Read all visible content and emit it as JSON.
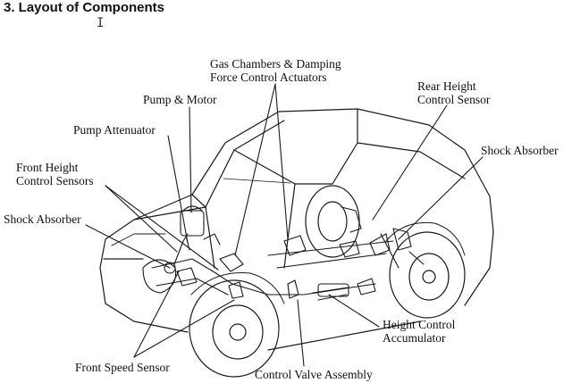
{
  "heading": {
    "title": "3.  Layout of Components",
    "cursor_glyph": "I"
  },
  "labels": {
    "gas_chambers": [
      "Gas Chambers & Damping",
      "Force Control Actuators"
    ],
    "pump_motor": "Pump & Motor",
    "rear_height_sensor": [
      "Rear Height",
      "Control Sensor"
    ],
    "pump_attenuator": "Pump Attenuator",
    "shock_absorber_rear": "Shock Absorber",
    "front_height_sensors": [
      "Front Height",
      "Control Sensors"
    ],
    "shock_absorber_front": "Shock Absorber",
    "height_control_accumulator": [
      "Height Control",
      "Accumulator"
    ],
    "front_speed_sensor": "Front Speed Sensor",
    "control_valve_assembly": "Control Valve Assembly"
  },
  "colors": {
    "ink": "#111111",
    "background": "#ffffff"
  }
}
